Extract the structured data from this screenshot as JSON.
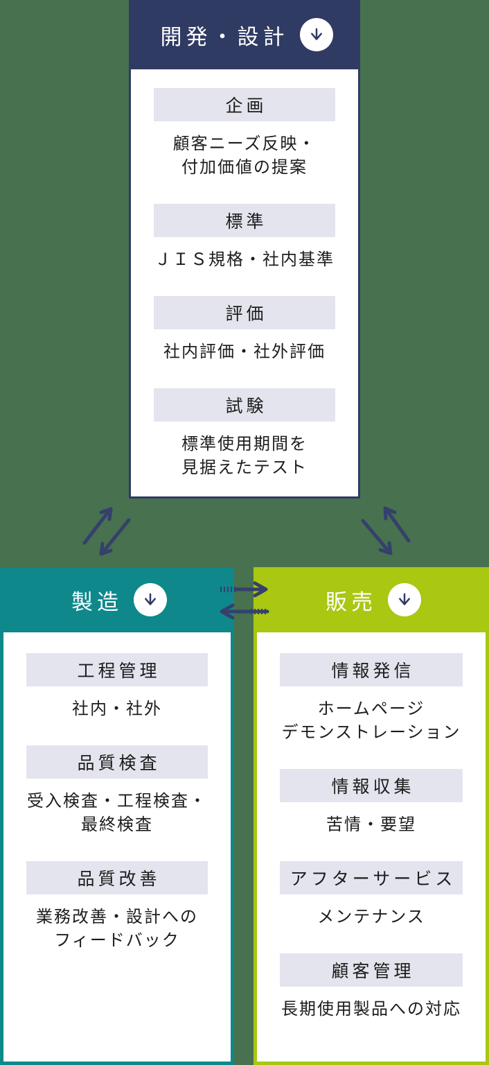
{
  "colors": {
    "background": "#47714f",
    "development_accent": "#303b64",
    "manufacturing_accent": "#0e888b",
    "sales_accent": "#aac712",
    "label_box_background": "#e4e4ee",
    "arrow_color": "#35406b",
    "body_text": "#1c1c1c",
    "header_text": "#ffffff"
  },
  "icons": {
    "scroll_down": "down-arrow-in-circle"
  },
  "sections": {
    "development": {
      "title": "開発・設計",
      "items": [
        {
          "label": "企画",
          "lines": [
            "顧客ニーズ反映・",
            "付加価値の提案"
          ]
        },
        {
          "label": "標準",
          "lines": [
            "ＪＩＳ規格・社内基準"
          ]
        },
        {
          "label": "評価",
          "lines": [
            "社内評価・社外評価"
          ]
        },
        {
          "label": "試験",
          "lines": [
            "標準使用期間を",
            "見据えたテスト"
          ]
        }
      ]
    },
    "manufacturing": {
      "title": "製造",
      "items": [
        {
          "label": "工程管理",
          "lines": [
            "社内・社外"
          ]
        },
        {
          "label": "品質検査",
          "lines": [
            "受入検査・工程検査・",
            "最終検査"
          ]
        },
        {
          "label": "品質改善",
          "lines": [
            "業務改善・設計への",
            "フィードバック"
          ]
        }
      ]
    },
    "sales": {
      "title": "販売",
      "items": [
        {
          "label": "情報発信",
          "lines": [
            "ホームページ",
            "デモンストレーション"
          ]
        },
        {
          "label": "情報収集",
          "lines": [
            "苦情・要望"
          ]
        },
        {
          "label": "アフターサービス",
          "lines": [
            "メンテナンス"
          ]
        },
        {
          "label": "顧客管理",
          "lines": [
            "長期使用製品への対応"
          ]
        }
      ]
    }
  }
}
